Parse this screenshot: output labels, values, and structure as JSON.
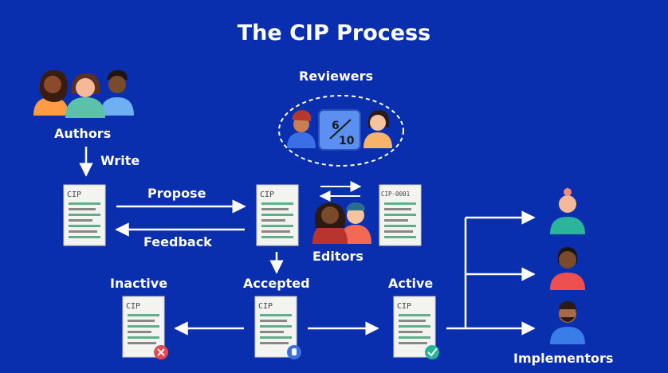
{
  "title": "The CIP Process",
  "labels": {
    "reviewers": "Reviewers",
    "authors": "Authors",
    "write": "Write",
    "propose": "Propose",
    "feedback": "Feedback",
    "editors": "Editors",
    "inactive": "Inactive",
    "accepted": "Accepted",
    "active": "Active",
    "implementors": "Implementors"
  },
  "documents": {
    "draft_header": "CIP",
    "numbered_header": "CIP-0001"
  },
  "score": {
    "numerator": "6",
    "denominator": "10"
  },
  "status_icons": {
    "inactive": "x-icon",
    "accepted": "hand-icon",
    "active": "check-icon"
  },
  "colors": {
    "background": "#0a2fae",
    "arrow": "#ffffff",
    "paper": "#f3f3f0",
    "paper_line_green": "#5fb08a",
    "inactive_badge": "#e8484b",
    "accepted_badge": "#3b6fe0",
    "active_badge": "#27b59a",
    "score_box": "#5b8ff0"
  }
}
